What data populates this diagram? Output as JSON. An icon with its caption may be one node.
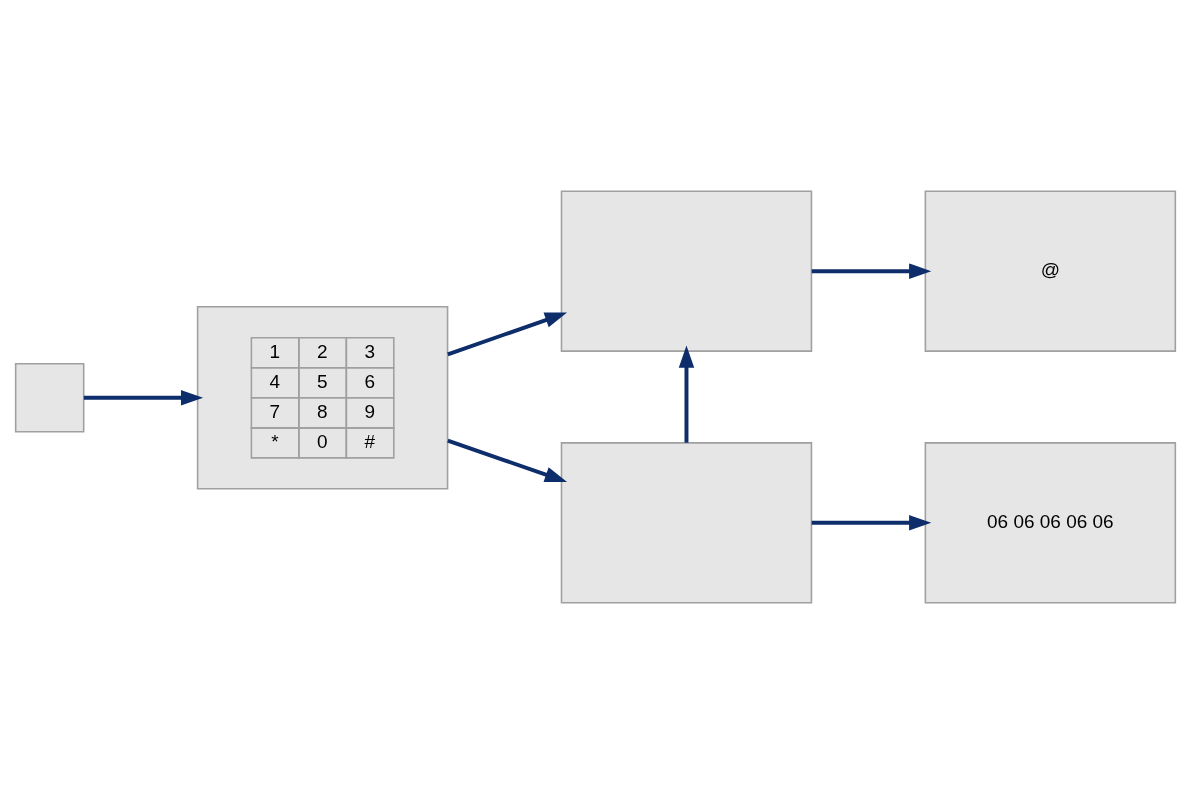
{
  "diagram": {
    "nodes": [
      {
        "text": [],
        "shape": "box"
      },
      {
        "text": [
          "1",
          "2",
          "3",
          "4",
          "5",
          "6",
          "7",
          "8",
          "9",
          "*",
          "0",
          "#"
        ]
      },
      {
        "text": [],
        "shape": "box"
      },
      {
        "text": [
          "@"
        ]
      },
      {
        "text": [],
        "shape": "box"
      },
      {
        "text": [
          "06 06 06 06 06"
        ]
      }
    ],
    "edges": [
      {
        "from": 0,
        "to": 1,
        "arrow": "to"
      },
      {
        "from": 1,
        "to": 2,
        "arrow": "to"
      },
      {
        "from": 1,
        "to": 4,
        "arrow": "to"
      },
      {
        "from": 2,
        "to": 3,
        "arrow": "to"
      },
      {
        "from": 4,
        "to": 2,
        "arrow": "to"
      },
      {
        "from": 4,
        "to": 5,
        "arrow": "to"
      }
    ]
  }
}
